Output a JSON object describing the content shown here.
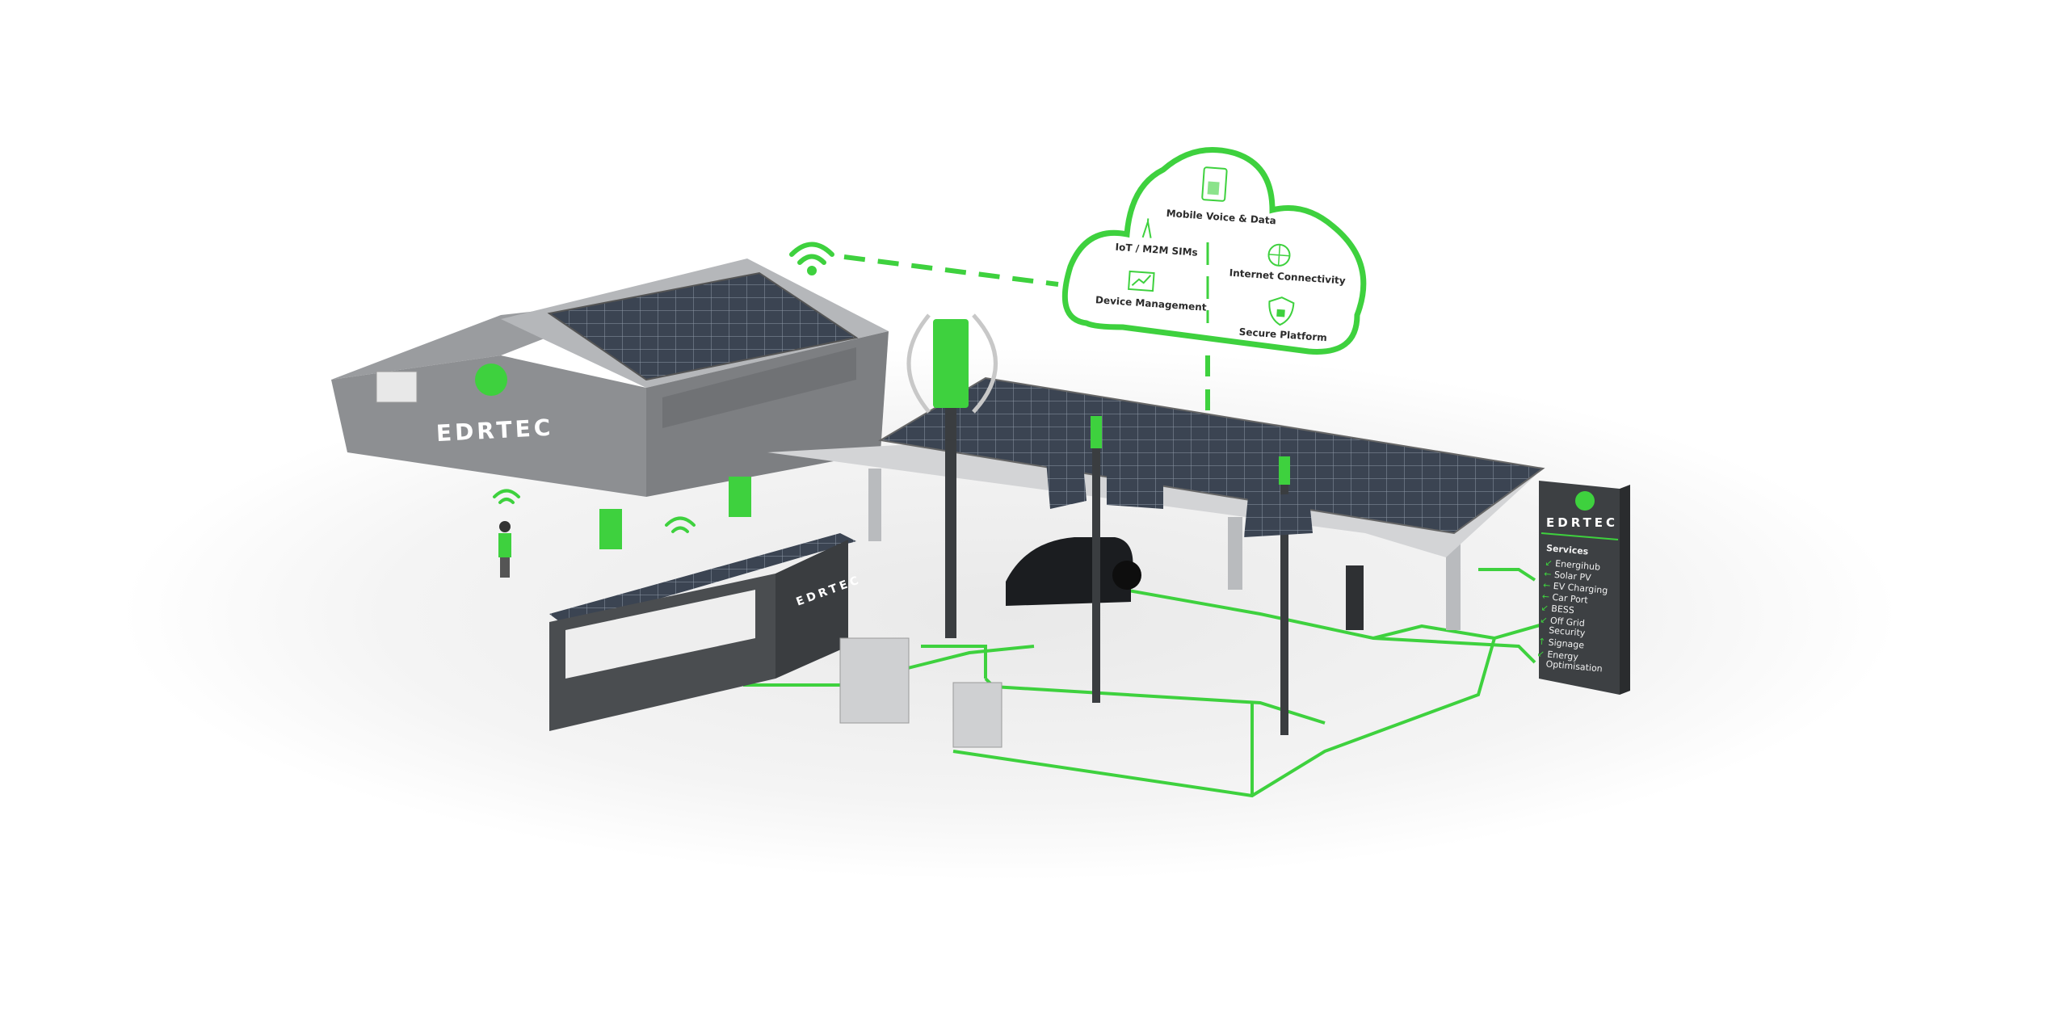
{
  "brand": {
    "name": "EDRTEC",
    "accent": "#3ed13e",
    "dark": "#3d4043"
  },
  "cloud": {
    "items": [
      {
        "label": "Mobile Voice & Data",
        "icon": "sim-card-icon"
      },
      {
        "label": "IoT / M2M SIMs",
        "icon": "cell-tower-icon"
      },
      {
        "label": "Internet Connectivity",
        "icon": "globe-icon"
      },
      {
        "label": "Device Management",
        "icon": "monitor-chart-icon"
      },
      {
        "label": "Secure Platform",
        "icon": "shield-lock-icon"
      }
    ]
  },
  "sign": {
    "heading": "Services",
    "items": [
      {
        "label": "Energihub",
        "icon": "arrow-down-left-icon"
      },
      {
        "label": "Solar PV",
        "icon": "arrow-left-icon"
      },
      {
        "label": "EV Charging",
        "icon": "arrow-left-icon"
      },
      {
        "label": "Car Port",
        "icon": "arrow-left-icon"
      },
      {
        "label": "BESS",
        "icon": "arrow-down-left-icon"
      },
      {
        "label": "Off Grid",
        "label2": "Security",
        "icon": "arrow-down-left-icon"
      },
      {
        "label": "Signage",
        "icon": "arrow-up-icon"
      },
      {
        "label": "Energy",
        "label2": "Optimisation",
        "icon": "arrow-down-left-icon"
      }
    ]
  }
}
